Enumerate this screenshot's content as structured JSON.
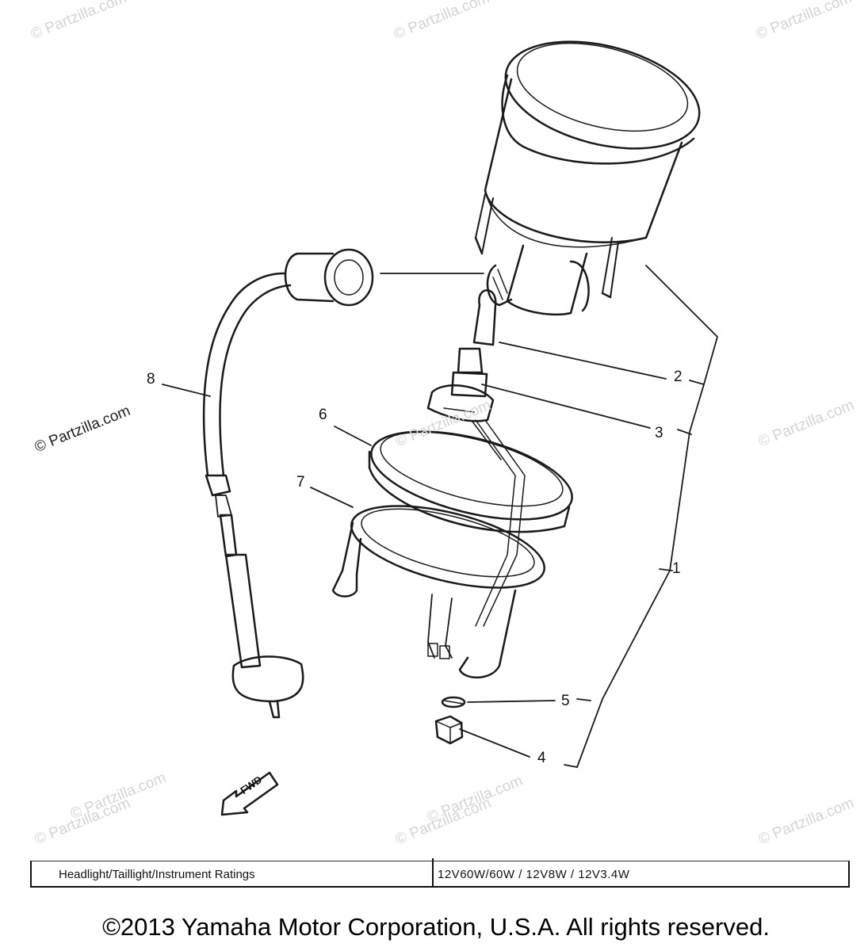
{
  "watermarks": {
    "text": "© Partzilla.com",
    "top_left": "© Partzilla.com",
    "top_center": "© Partzilla.com",
    "top_right": "© Partzilla.com",
    "mid_left": "© Partzilla.com",
    "mid_center": "© Partzilla.com",
    "mid_right": "© Partzilla.com",
    "lower_left": "© Partzilla.com",
    "lower_center": "© Partzilla.com",
    "bottom_left": "© Partzilla.com",
    "bottom_center": "© Partzilla.com",
    "bottom_right": "© Partzilla.com"
  },
  "callouts": {
    "c1": "1",
    "c2": "2",
    "c3": "3",
    "c4": "4",
    "c5": "5",
    "c6": "6",
    "c7": "7",
    "c8": "8"
  },
  "fwd_arrow": "FWD",
  "ratings": {
    "label": "Headlight/Taillight/Instrument Ratings",
    "value": "12V60W/60W  /  12V8W  /  12V3.4W"
  },
  "copyright": "©2013  Yamaha Motor Corporation, U.S.A. All rights reserved.",
  "colors": {
    "line": "#1a1a1a",
    "watermark": "#d4d4d4",
    "background": "#ffffff"
  }
}
